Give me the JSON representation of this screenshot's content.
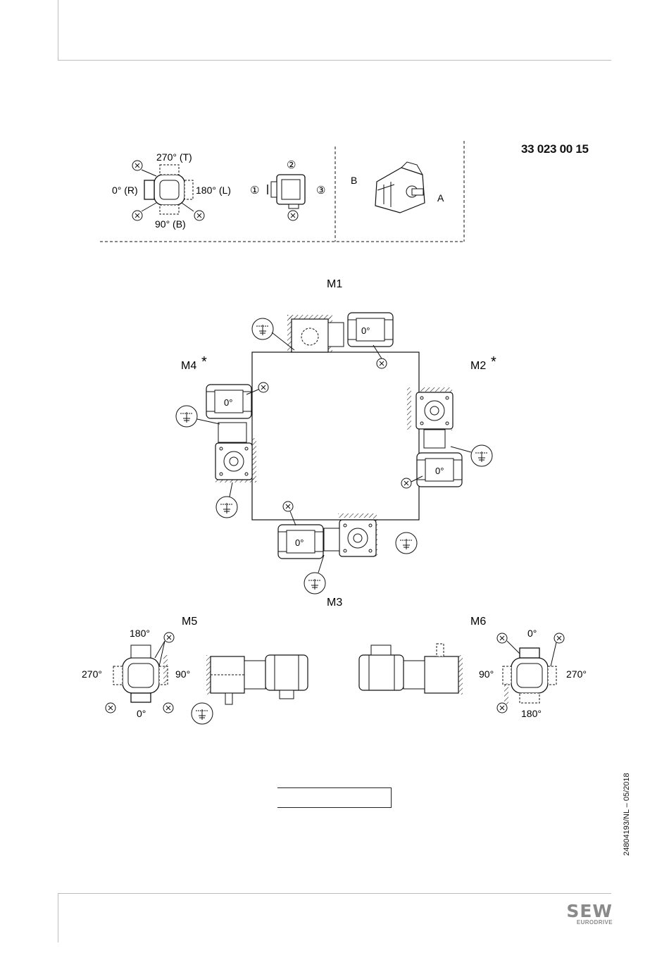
{
  "document_number": "33 023 00 15",
  "side_code": "24804193/NL – 05/2018",
  "logo": {
    "main": "SEW",
    "sub": "EURODRIVE"
  },
  "legend": {
    "deg_top": "270° (T)",
    "deg_left": "0° (R)",
    "deg_right": "180° (L)",
    "deg_bottom": "90° (B)",
    "pos_1": "①",
    "pos_2": "②",
    "pos_3": "③",
    "side_b": "B",
    "side_a": "A"
  },
  "positions": {
    "m1": "M1",
    "m2": "M2",
    "m3": "M3",
    "m4": "M4",
    "m5": "M5",
    "m6": "M6",
    "asterisk": "*",
    "motor_zero": "0°",
    "vent_marker": "X"
  },
  "m5_angles": {
    "top": "180°",
    "left": "270°",
    "right": "90°",
    "bottom": "0°"
  },
  "m6_angles": {
    "top": "0°",
    "left": "90°",
    "right": "270°",
    "bottom": "180°"
  },
  "colors": {
    "line": "#1a1a1a",
    "frame": "#bdbdbd",
    "logo": "#8a8a8a",
    "hatch": "#222222"
  }
}
